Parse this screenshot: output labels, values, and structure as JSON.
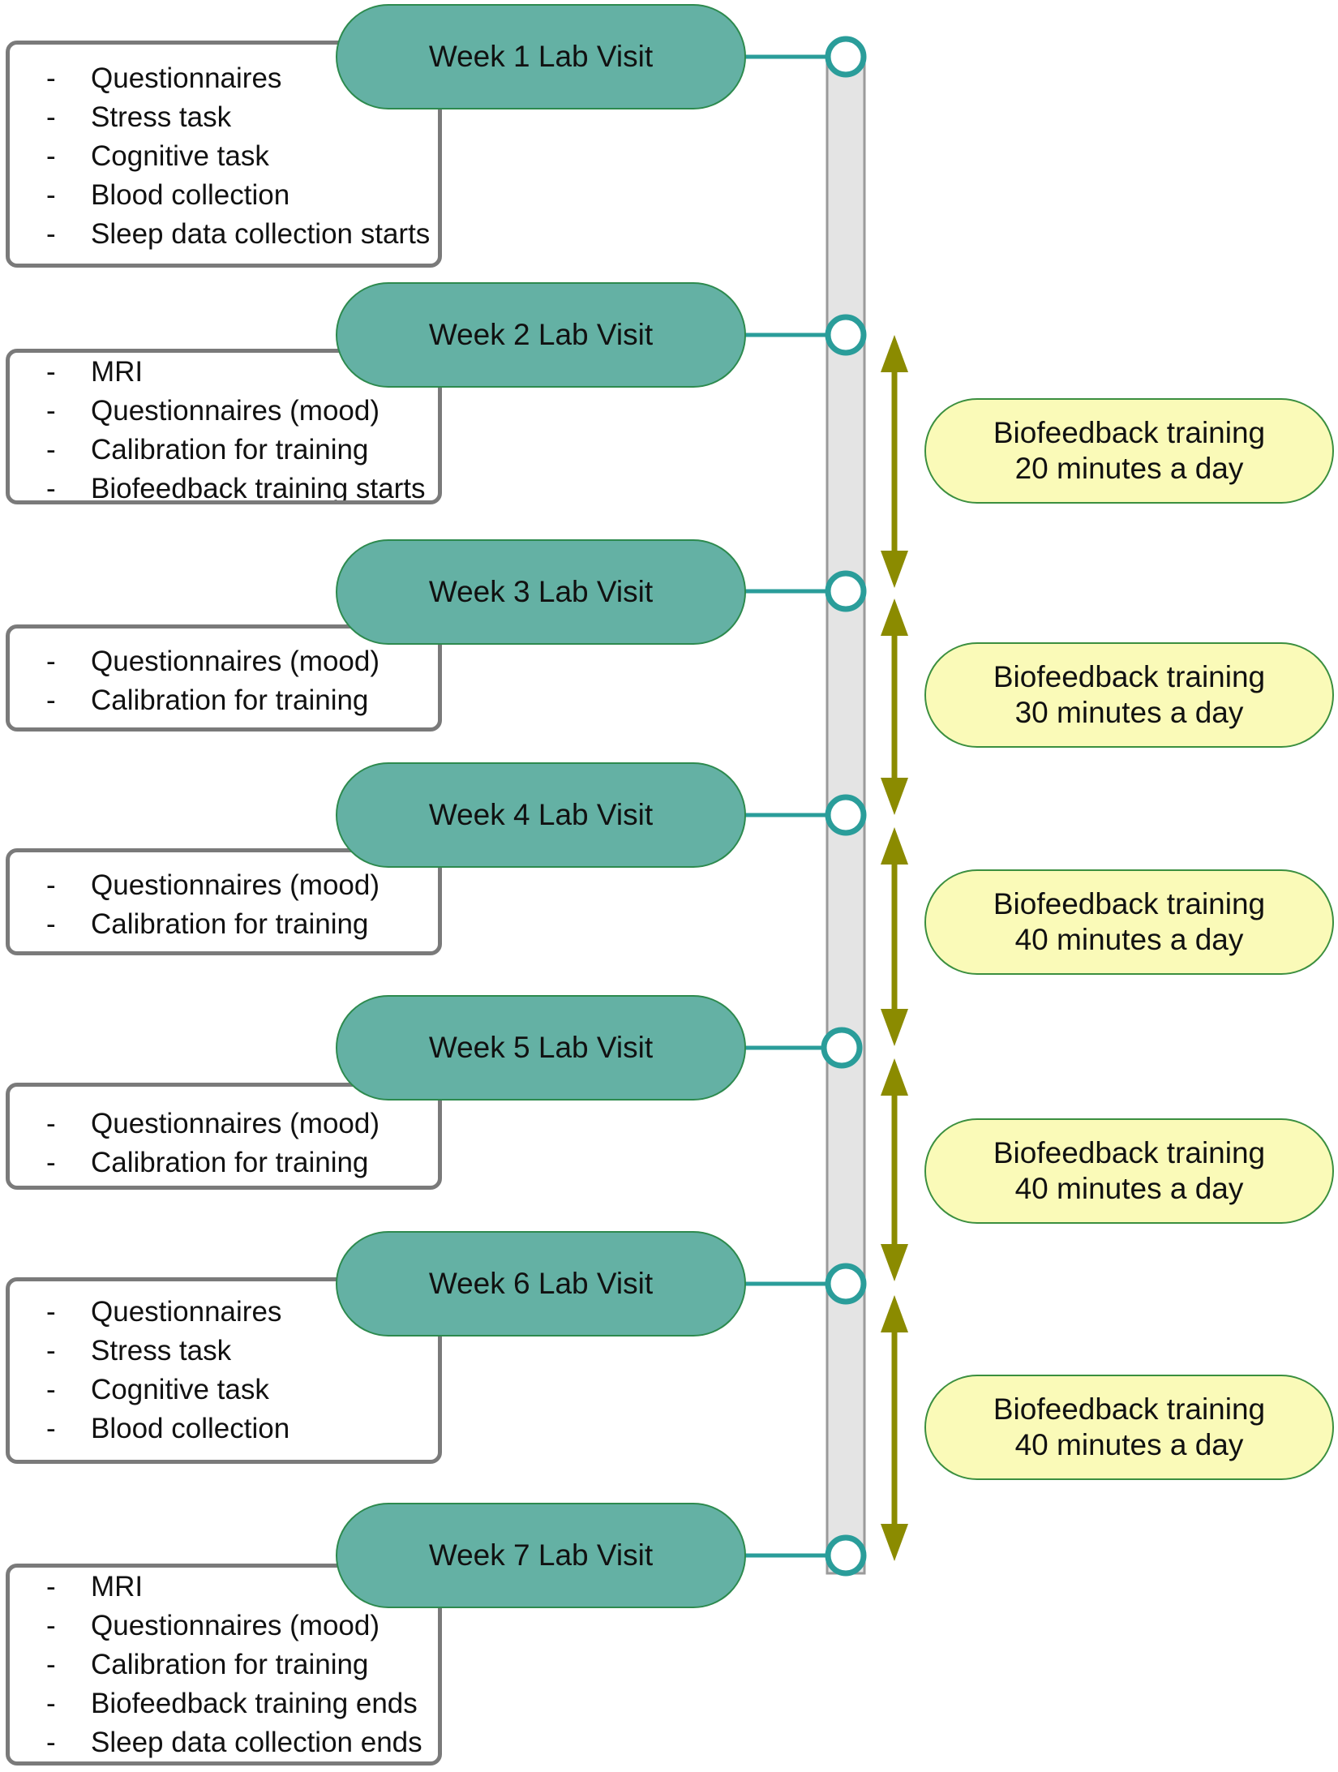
{
  "colors": {
    "week_fill": "#64b1a4",
    "week_border": "#2d8a4e",
    "connector": "#2a9d9a",
    "timeline_fill": "#e4e4e4",
    "timeline_border": "#9a9a9a",
    "task_border": "#7a7a7a",
    "training_fill": "#fafab8",
    "training_border": "#3b8f3f",
    "arrow": "#8b8b00"
  },
  "weeks": [
    {
      "label": "Week 1 Lab Visit",
      "tasks": [
        "Questionnaires",
        "Stress task",
        "Cognitive task",
        "Blood collection",
        "Sleep data collection starts"
      ]
    },
    {
      "label": "Week 2 Lab Visit",
      "tasks": [
        "MRI",
        "Questionnaires (mood)",
        "Calibration for training",
        "Biofeedback training starts"
      ]
    },
    {
      "label": "Week 3 Lab Visit",
      "tasks": [
        "Questionnaires (mood)",
        "Calibration for training"
      ]
    },
    {
      "label": "Week 4 Lab Visit",
      "tasks": [
        "Questionnaires (mood)",
        "Calibration for training"
      ]
    },
    {
      "label": "Week 5 Lab Visit",
      "tasks": [
        "Questionnaires (mood)",
        "Calibration for training"
      ]
    },
    {
      "label": "Week 6 Lab Visit",
      "tasks": [
        "Questionnaires",
        "Stress task",
        "Cognitive task",
        "Blood collection"
      ]
    },
    {
      "label": "Week 7 Lab Visit",
      "tasks": [
        "MRI",
        "Questionnaires (mood)",
        "Calibration for training",
        "Biofeedback training ends",
        "Sleep data collection ends"
      ]
    }
  ],
  "trainings": [
    {
      "line1": "Biofeedback training",
      "line2": "20 minutes a day"
    },
    {
      "line1": "Biofeedback training",
      "line2": "30 minutes a day"
    },
    {
      "line1": "Biofeedback training",
      "line2": "40 minutes a day"
    },
    {
      "line1": "Biofeedback training",
      "line2": "40 minutes a day"
    },
    {
      "line1": "Biofeedback training",
      "line2": "40 minutes a day"
    }
  ]
}
